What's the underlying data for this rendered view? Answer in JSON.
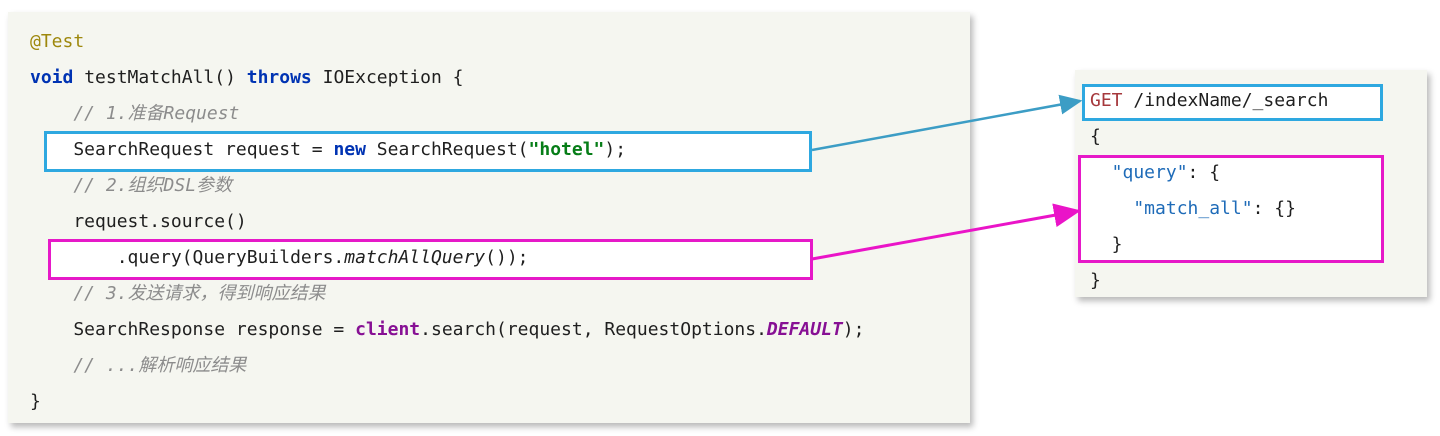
{
  "colors": {
    "panel-bg": "#f5f6f0",
    "annotation": "#9e880d",
    "keyword": "#0033b3",
    "plain": "#1f1f1f",
    "comment": "#8c8c8c",
    "string": "#067d17",
    "field": "#871094",
    "http-method": "#a6383c",
    "json-key": "#1e6bb8",
    "blue-box": "#2ea8e0",
    "magenta-box": "#e619c8",
    "blue-arrow": "#3c9dc5",
    "magenta-arrow": "#ea14c8"
  },
  "java_panel": {
    "description": "Java test method calling Elasticsearch match_all search",
    "lines": [
      {
        "indent": 0,
        "tokens": [
          {
            "t": "@Test",
            "c": "annotation"
          }
        ]
      },
      {
        "indent": 0,
        "tokens": [
          {
            "t": "void",
            "c": "keyword"
          },
          {
            "t": " testMatchAll() ",
            "c": "plain"
          },
          {
            "t": "throws",
            "c": "keyword"
          },
          {
            "t": " IOException {",
            "c": "plain"
          }
        ]
      },
      {
        "indent": 1,
        "tokens": [
          {
            "t": "// 1.准备Request",
            "c": "comment"
          }
        ]
      },
      {
        "indent": 1,
        "tokens": [
          {
            "t": "SearchRequest request = ",
            "c": "plain"
          },
          {
            "t": "new",
            "c": "keyword"
          },
          {
            "t": " SearchRequest(",
            "c": "plain"
          },
          {
            "t": "\"hotel\"",
            "c": "string"
          },
          {
            "t": ");",
            "c": "plain"
          }
        ]
      },
      {
        "indent": 1,
        "tokens": [
          {
            "t": "// 2.组织DSL参数",
            "c": "comment"
          }
        ]
      },
      {
        "indent": 1,
        "tokens": [
          {
            "t": "request.source()",
            "c": "plain"
          }
        ]
      },
      {
        "indent": 2,
        "tokens": [
          {
            "t": ".query(QueryBuilders.",
            "c": "plain"
          },
          {
            "t": "matchAllQuery",
            "c": "static-method"
          },
          {
            "t": "());",
            "c": "plain"
          }
        ]
      },
      {
        "indent": 1,
        "tokens": [
          {
            "t": "// 3.发送请求，得到响应结果",
            "c": "comment"
          }
        ]
      },
      {
        "indent": 1,
        "tokens": [
          {
            "t": "SearchResponse response = ",
            "c": "plain"
          },
          {
            "t": "client",
            "c": "field"
          },
          {
            "t": ".search(request, RequestOptions.",
            "c": "plain"
          },
          {
            "t": "DEFAULT",
            "c": "static-field"
          },
          {
            "t": ");",
            "c": "plain"
          }
        ]
      },
      {
        "indent": 1,
        "tokens": [
          {
            "t": "// ...解析响应结果",
            "c": "comment"
          }
        ]
      },
      {
        "indent": 0,
        "tokens": [
          {
            "t": "}",
            "c": "plain"
          }
        ]
      }
    ]
  },
  "dsl_panel": {
    "description": "Equivalent Elasticsearch DSL request",
    "lines": [
      {
        "indent": 0,
        "tokens": [
          {
            "t": "GET",
            "c": "http-method"
          },
          {
            "t": " /indexName/_search",
            "c": "plain"
          }
        ]
      },
      {
        "indent": 0,
        "tokens": [
          {
            "t": "{",
            "c": "plain"
          }
        ]
      },
      {
        "indent": 1,
        "tokens": [
          {
            "t": "\"query\"",
            "c": "json-key"
          },
          {
            "t": ": {",
            "c": "plain"
          }
        ]
      },
      {
        "indent": 2,
        "tokens": [
          {
            "t": "\"match_all\"",
            "c": "json-key"
          },
          {
            "t": ": {}",
            "c": "plain"
          }
        ]
      },
      {
        "indent": 1,
        "tokens": [
          {
            "t": "}",
            "c": "plain"
          }
        ]
      },
      {
        "indent": 0,
        "tokens": [
          {
            "t": "}",
            "c": "plain"
          }
        ]
      }
    ]
  }
}
